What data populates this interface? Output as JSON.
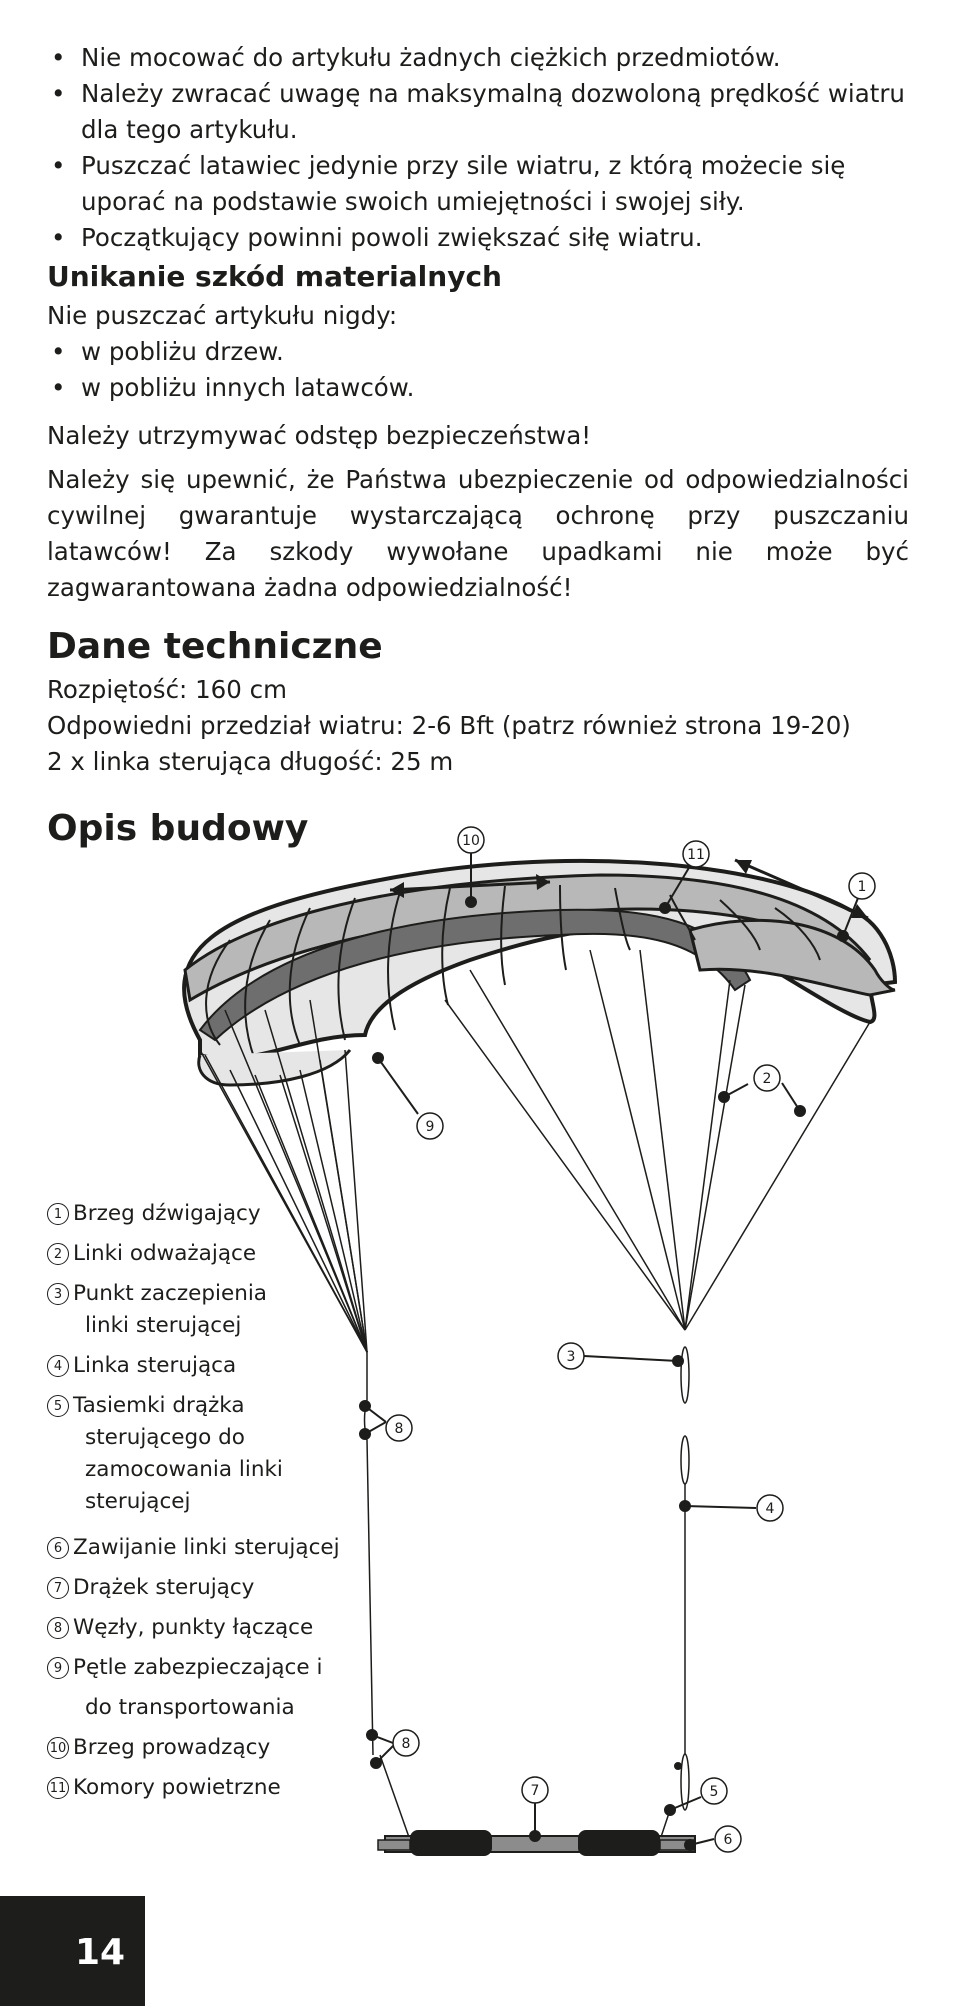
{
  "intro_bullets": [
    "Nie mocować do artykułu żadnych ciężkich przedmiotów.",
    "Należy zwracać uwagę na maksymalną dozwoloną prędkość wiatru dla tego artykułu.",
    "Puszczać latawiec jedynie przy sile wiatru, z którą możecie się uporać na podstawie swoich umiejętności i swojej siły.",
    "Początkujący powinni powoli zwiększać siłę wiatru."
  ],
  "damage_section": {
    "heading": "Unikanie szkód materialnych",
    "intro": "Nie puszczać artykułu nigdy:",
    "bullets": [
      "w pobliżu drzew.",
      "w pobliżu innych latawców."
    ],
    "distance_note": "Należy utrzymywać odstęp bezpieczeństwa!",
    "insurance_note": "Należy się upewnić, że Państwa ubezpieczenie od odpowiedzialności cywilnej gwarantuje wystarczającą ochronę przy puszczaniu latawców! Za szkody wywołane upadkami nie może być zagwarantowana żadna odpowiedzialność!"
  },
  "technical_data": {
    "heading": "Dane techniczne",
    "lines": [
      "Rozpiętość: 160 cm",
      "Odpowiedni przedział wiatru: 2-6 Bft (patrz również strona 19-20)",
      "2 x linka sterująca długość: 25 m"
    ]
  },
  "construction": {
    "heading": "Opis budowy",
    "legend": [
      {
        "num": "1",
        "label": "Brzeg dźwigający",
        "cont": ""
      },
      {
        "num": "2",
        "label": "Linki odważające",
        "cont": ""
      },
      {
        "num": "3",
        "label": "Punkt zaczepienia",
        "cont": "linki sterującej"
      },
      {
        "num": "4",
        "label": "Linka sterująca",
        "cont": ""
      },
      {
        "num": "5",
        "label": "Tasiemki drążka",
        "cont": "sterującego do zamocowania linki sterującej"
      },
      {
        "num": "6",
        "label": "Zawijanie linki sterującej",
        "cont": ""
      },
      {
        "num": "7",
        "label": "Drążek sterujący",
        "cont": ""
      },
      {
        "num": "8",
        "label": "Węzły, punkty łączące",
        "cont": ""
      },
      {
        "num": "9",
        "label": "Pętle zabezpieczające i",
        "cont": "do transportowania"
      },
      {
        "num": "10",
        "label": "Brzeg prowadzący",
        "cont": ""
      },
      {
        "num": "11",
        "label": "Komory powietrzne",
        "cont": ""
      }
    ],
    "callouts": [
      "1",
      "2",
      "3",
      "4",
      "5",
      "6",
      "7",
      "8",
      "8",
      "9",
      "10",
      "11"
    ]
  },
  "page_number": "14",
  "colors": {
    "text": "#1d1d1b",
    "canopy_light": "#e6e6e6",
    "canopy_mid": "#b8b8b8",
    "canopy_dark": "#6e6e6e"
  }
}
